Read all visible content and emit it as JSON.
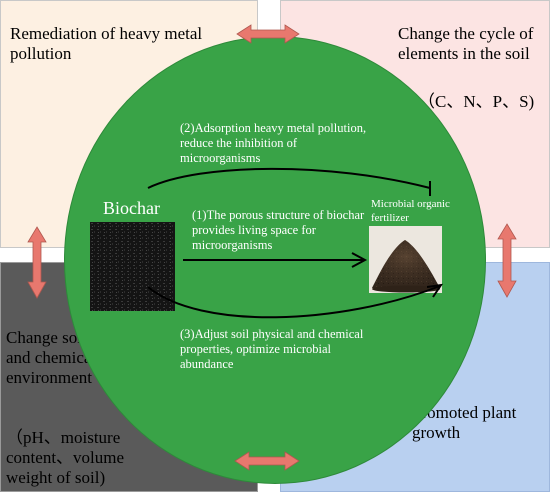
{
  "quadrants": {
    "top_left": "Remediation of heavy metal pollution",
    "top_right": "Change the cycle of elements in the soil",
    "top_right_elements": "（C、N、P、S)",
    "bottom_left": "Change soil physical and chemical environment",
    "bottom_left_detail": "（pH、moisture content、volume weight of soil)",
    "bottom_right": "Promoted plant growth"
  },
  "center": {
    "biochar_label": "Biochar",
    "fertilizer_label": "Microbial organic fertilizer",
    "mechanism_1": "(1)The porous structure of biochar provides living space for microorganisms",
    "mechanism_2": "(2)Adsorption heavy metal pollution, reduce the inhibition of microorganisms",
    "mechanism_3": "(3)Adjust soil physical and chemical properties, optimize microbial abundance"
  },
  "colors": {
    "circle": "#39a347",
    "top_left_bg": "#fdf0e2",
    "top_right_bg": "#fce4e3",
    "bottom_left_bg": "#5a5a5a",
    "bottom_right_bg": "#b9d0f0",
    "double_arrow": "#e8786e"
  },
  "icons": [
    "biochar-photo",
    "fertilizer-pile-photo",
    "double-arrow-icon"
  ]
}
